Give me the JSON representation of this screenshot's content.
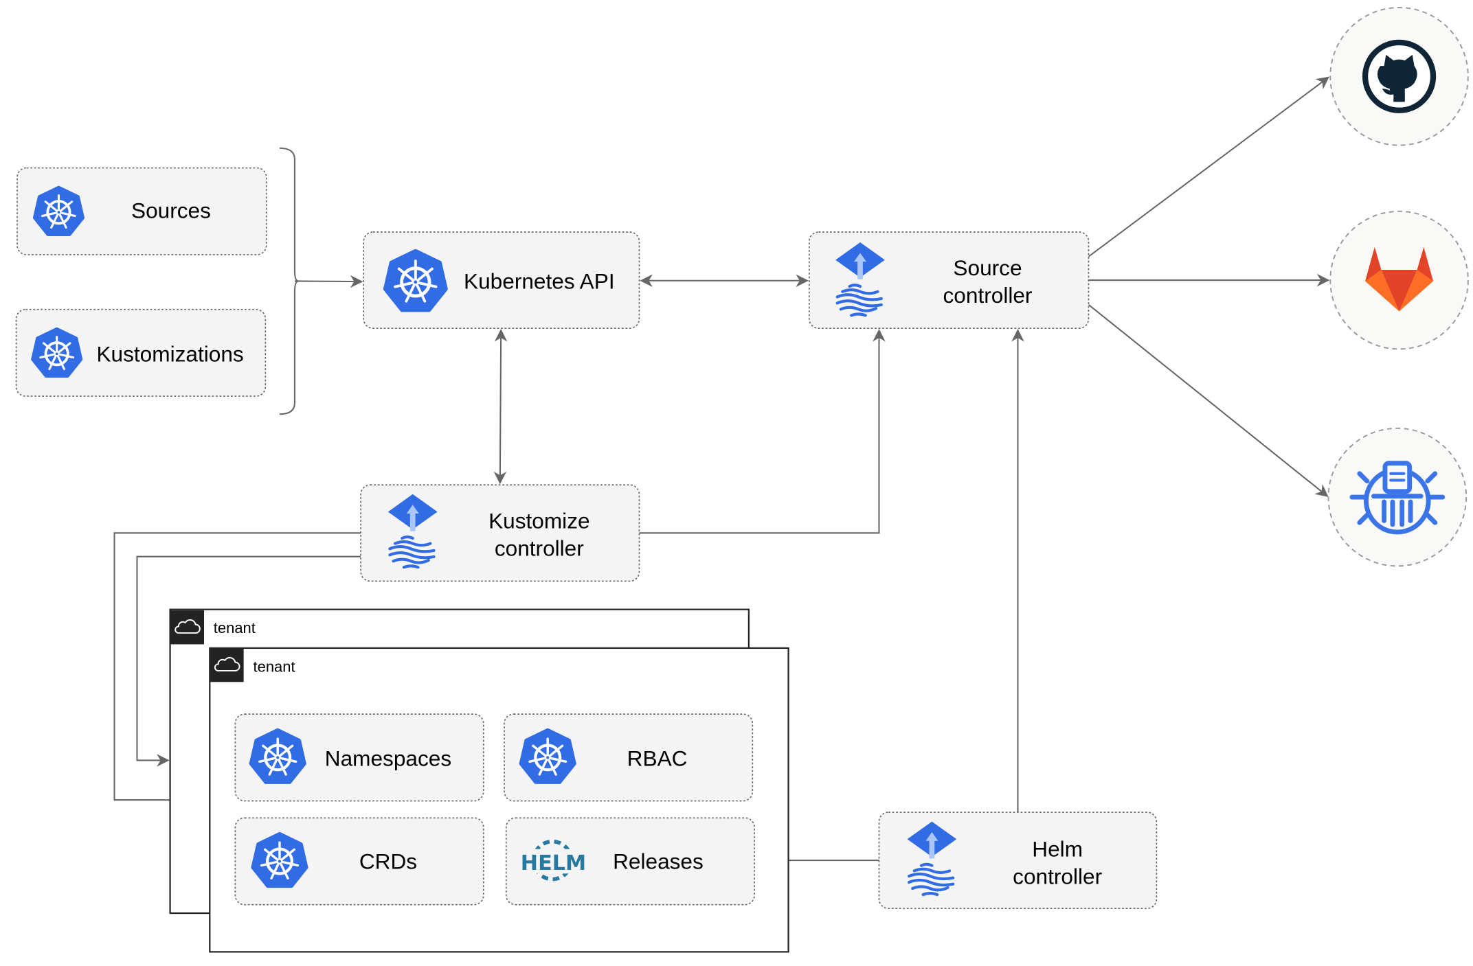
{
  "nodes": {
    "sources": "Sources",
    "kustomizations": "Kustomizations",
    "kubernetes_api": "Kubernetes API",
    "source_controller": [
      "Source",
      "controller"
    ],
    "kustomize_controller": [
      "Kustomize",
      "controller"
    ],
    "helm_controller": [
      "Helm",
      "controller"
    ],
    "namespaces": "Namespaces",
    "rbac": "RBAC",
    "crds": "CRDs",
    "releases": "Releases"
  },
  "tenants": [
    "tenant",
    "tenant"
  ],
  "helm_logo_text": "HELM",
  "external_sources": [
    {
      "icon": "github-icon"
    },
    {
      "icon": "gitlab-icon"
    },
    {
      "icon": "bucket-icon"
    }
  ],
  "colors": {
    "kubernetes_blue": "#326CE5",
    "flux_light": "#A9C6F7",
    "helm": "#277A9F",
    "github": "#0F2435",
    "gitlab_orange": "#E24329",
    "gitlab_light": "#FCA326",
    "edge": "#666666"
  }
}
